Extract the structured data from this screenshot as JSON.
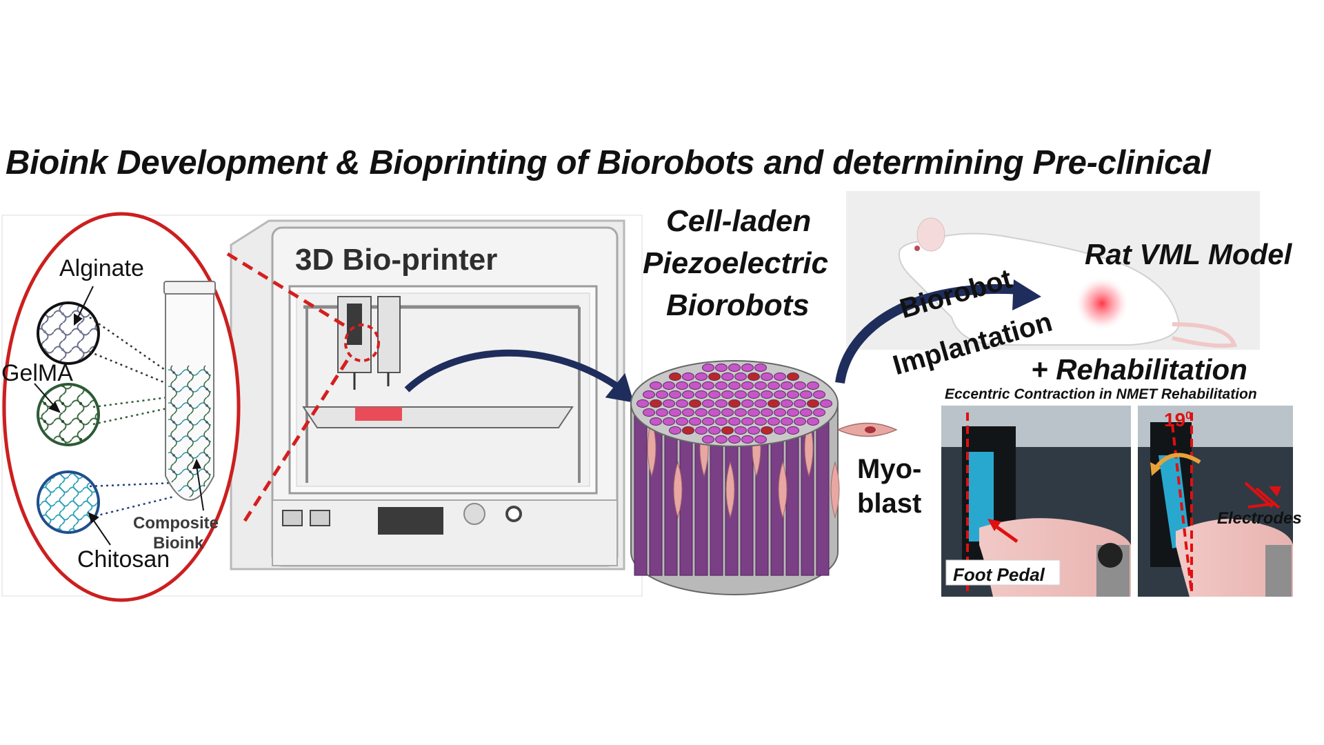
{
  "title_line1": "Bioink Development & Bioprinting of Biorobots and determining Pre-clinical",
  "title_line2": "efficacy",
  "bioink": {
    "alginate": "Alginate",
    "gelma": "GelMA",
    "chitosan": "Chitosan",
    "composite_line1": "Composite",
    "composite_line2": "Bioink"
  },
  "printer_label": "3D Bio-printer",
  "biorobot_heading": [
    "Cell-laden",
    "Piezoelectric",
    "Biorobots"
  ],
  "myoblast_label": [
    "Myo-",
    "blast"
  ],
  "rat_model_label": "Rat VML Model",
  "implant_label": [
    "Biorobot",
    "Implantation"
  ],
  "rehab_label": "+ Rehabilitation",
  "photo_caption": "Eccentric Contraction in NMET Rehabilitation",
  "foot_pedal_label": "Foot Pedal",
  "angle_label": "19",
  "angle_unit": "0",
  "electrodes_label": "Electrodes",
  "colors": {
    "ellipse_red": "#cc1f1f",
    "arrow_navy": "#1f2d5c",
    "fiber_purple": "#7a3f85",
    "fiber_cap": "#c756c9",
    "cell_pink": "#e9a7a3",
    "gelma_green": "#3f6b44",
    "chitosan_blue": "#2a6ea8",
    "photo_blue": "#29a8cf"
  }
}
